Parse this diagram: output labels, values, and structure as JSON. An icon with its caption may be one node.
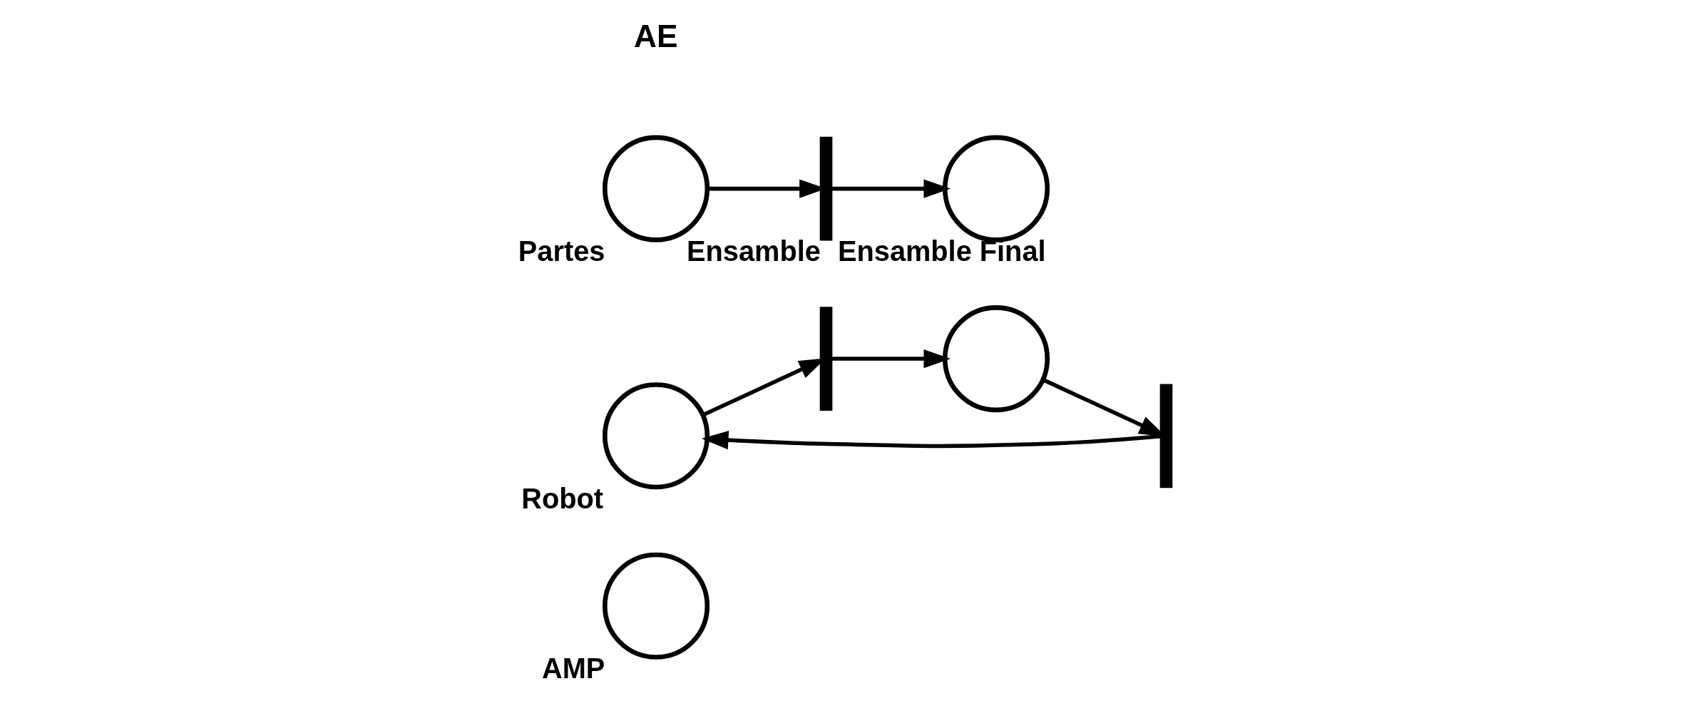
{
  "diagram": {
    "nodes": [
      {
        "text": [
          "AMP"
        ]
      },
      {
        "text": [
          "Robot"
        ]
      },
      {
        "text": [],
        "shape": "bar"
      },
      {
        "text": [],
        "shape": "circle"
      },
      {
        "text": [],
        "shape": "bar"
      },
      {
        "text": [
          "Partes"
        ]
      },
      {
        "text": [
          "Ensamble"
        ]
      },
      {
        "text": [
          "Ensamble Final"
        ]
      }
    ],
    "edges": [
      {
        "from": 1,
        "to": 2,
        "arrow": "to"
      },
      {
        "from": 2,
        "to": 3,
        "arrow": "to"
      },
      {
        "from": 3,
        "to": 4,
        "arrow": "to"
      },
      {
        "from": 4,
        "to": 1,
        "arrow": "to"
      },
      {
        "from": 5,
        "to": 6,
        "arrow": "to"
      },
      {
        "from": 6,
        "to": 7,
        "arrow": "to"
      }
    ],
    "labels": [
      "AE"
    ]
  }
}
